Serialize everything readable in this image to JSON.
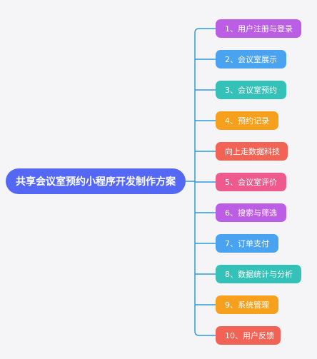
{
  "root": {
    "label": "共享会议室预约小程序开发制作方案",
    "color": "#5468f5"
  },
  "connector_color": "#2b9cde",
  "branches": [
    {
      "label": "1、用户注册与登录",
      "color": "#bc5de6"
    },
    {
      "label": "2、会议室展示",
      "color": "#4aa3f0"
    },
    {
      "label": "3、会议室预约",
      "color": "#34c2b8"
    },
    {
      "label": "4、预约记录",
      "color": "#f7a01d"
    },
    {
      "label": "向上走数据科技",
      "color": "#f26355"
    },
    {
      "label": "5、会议室评价",
      "color": "#ef5a8e"
    },
    {
      "label": "6、搜索与筛选",
      "color": "#bc5de6"
    },
    {
      "label": "7、订单支付",
      "color": "#4aa3f0"
    },
    {
      "label": "8、数据统计与分析",
      "color": "#34c2b8"
    },
    {
      "label": "9、系统管理",
      "color": "#f7a01d"
    },
    {
      "label": "10、用户反馈",
      "color": "#f26355"
    }
  ]
}
